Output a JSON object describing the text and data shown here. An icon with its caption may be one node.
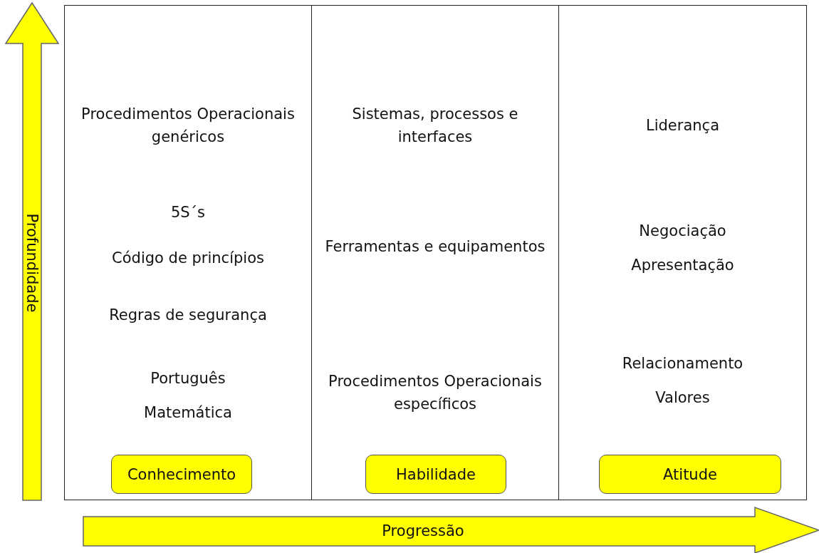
{
  "diagram": {
    "nodes": [
      {
        "text": [
          "Procedimentos Operacionais genéricos",
          "5S´s",
          "Código de princípios",
          "Regras de segurança",
          "Português",
          "Matemática"
        ]
      },
      {
        "text": [
          "Conhecimento"
        ],
        "in": 0
      },
      {
        "text": [
          "Sistemas, processos e interfaces",
          "Ferramentas e equipamentos",
          "Procedimentos Operacionais específicos"
        ]
      },
      {
        "text": [
          "Habilidade"
        ],
        "in": 2
      },
      {
        "text": [
          "Liderança",
          "Negociação",
          "Apresentação",
          "Relacionamento",
          "Valores"
        ]
      },
      {
        "text": [
          "Atitude"
        ],
        "in": 4
      },
      {
        "text": [
          "Profundidade"
        ]
      },
      {
        "text": [
          "Progressão"
        ]
      }
    ],
    "edges": []
  }
}
